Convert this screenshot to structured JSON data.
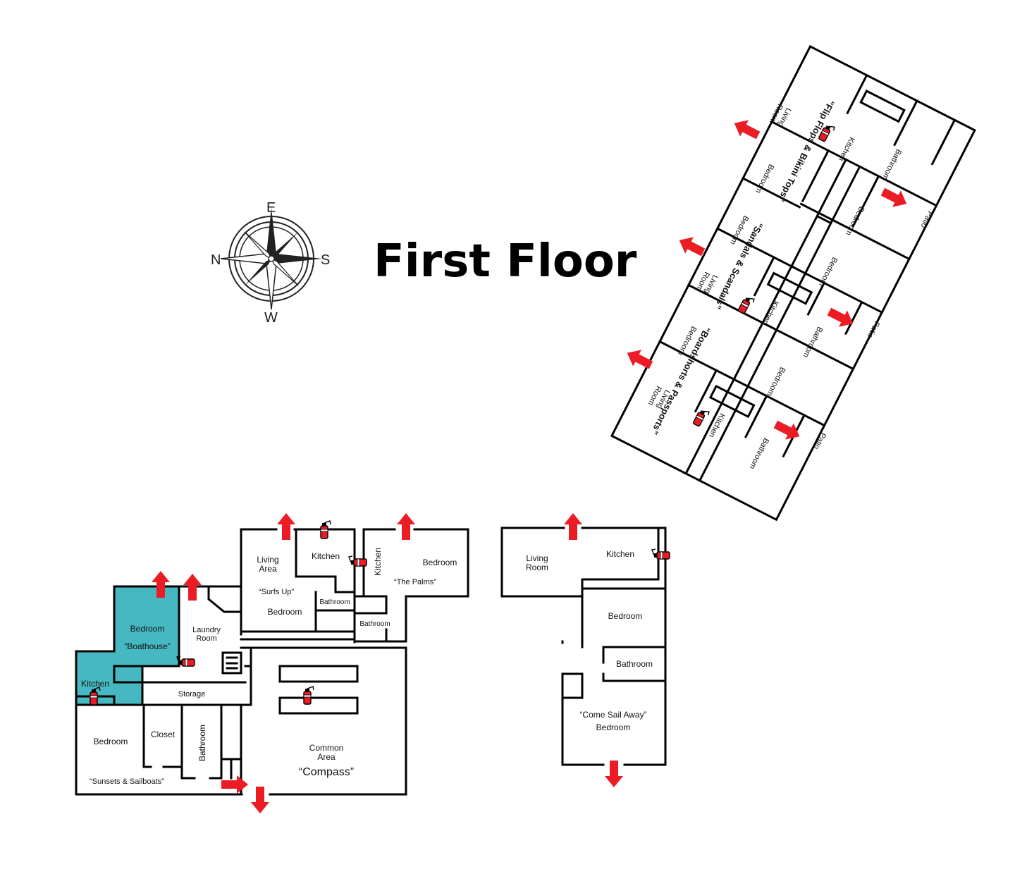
{
  "title": "First Floor",
  "colors": {
    "exit": "#ec1c24",
    "highlight": "#46b8c1",
    "wall": "#000000"
  },
  "compass": {
    "top": "E",
    "right": "S",
    "bottom": "W",
    "left": "N"
  },
  "west_wing": {
    "boathouse": {
      "bedroom": "Bedroom",
      "name": "“Boathouse”",
      "kitchen": "Kitchen"
    },
    "laundry": {
      "line1": "Laundry",
      "line2": "Room"
    },
    "storage": "Storage",
    "sunsets": {
      "bedroom": "Bedroom",
      "closet": "Closet",
      "bathroom": "Bathroom",
      "name": "“Sunsets & Sailboats”"
    },
    "surfs_up": {
      "living1": "Living",
      "living2": "Area",
      "kitchen": "Kitchen",
      "name": "“Surfs Up”",
      "bedroom": "Bedroom",
      "bathroom": "Bathroom"
    },
    "palms": {
      "kitchen": "Kitchen",
      "bedroom": "Bedroom",
      "name": "“The Palms”",
      "bathroom": "Bathroom"
    },
    "compass_area": {
      "line1": "Common",
      "line2": "Area",
      "name": "“Compass”"
    }
  },
  "center_unit": {
    "living1": "Living",
    "living2": "Room",
    "kitchen": "Kitchen",
    "bedroom": "Bedroom",
    "bathroom": "Bathroom",
    "name": "“Come Sail Away”",
    "bedroom2": "Bedroom"
  },
  "east_building": {
    "flip": {
      "name": "“Flip Flops & Bikini Tops”",
      "living1": "Living",
      "living2": "Room",
      "kitchen": "Kitchen",
      "bathroom": "Bathroom",
      "bedroom1": "Bedroom",
      "bedroom2": "Bedroom",
      "patio": "Patio"
    },
    "sandals": {
      "name": "“Sandals & Scandals”",
      "bedroom1": "Bedroom",
      "bedroom2": "Bedroom",
      "living1": "Living",
      "living2": "Room",
      "kitchen": "Kitchen",
      "bathroom": "Bathroom",
      "patio": "Patio"
    },
    "board": {
      "name": "“Boardshorts & Passports”",
      "bedroom1": "Bedroom",
      "bedroom2": "Bedroom",
      "living1": "Living",
      "living2": "Room",
      "kitchen": "Kitchen",
      "bathroom": "Bathroom",
      "patio": "Patio"
    }
  }
}
